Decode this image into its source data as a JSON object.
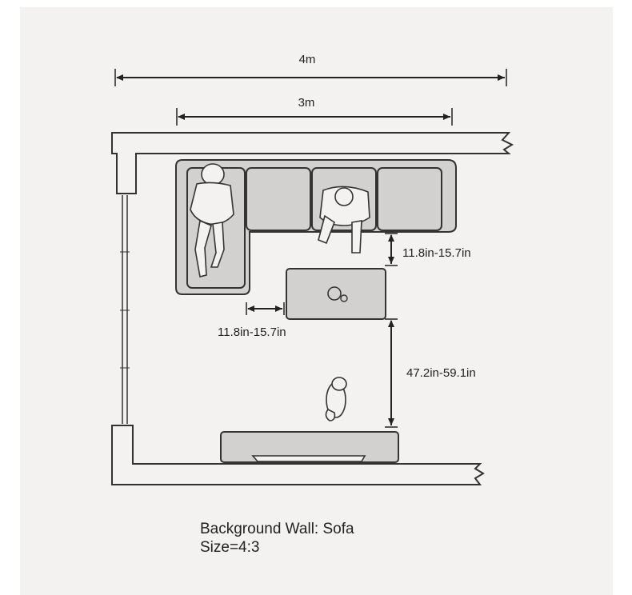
{
  "dimensions": {
    "room_width": "4m",
    "sofa_width": "3m",
    "sofa_to_table": "11.8in-15.7in",
    "side_to_table": "11.8in-15.7in",
    "table_to_tv": "47.2in-59.1in"
  },
  "caption": {
    "line1": "Background Wall: Sofa",
    "line2": "Size=4:3"
  }
}
